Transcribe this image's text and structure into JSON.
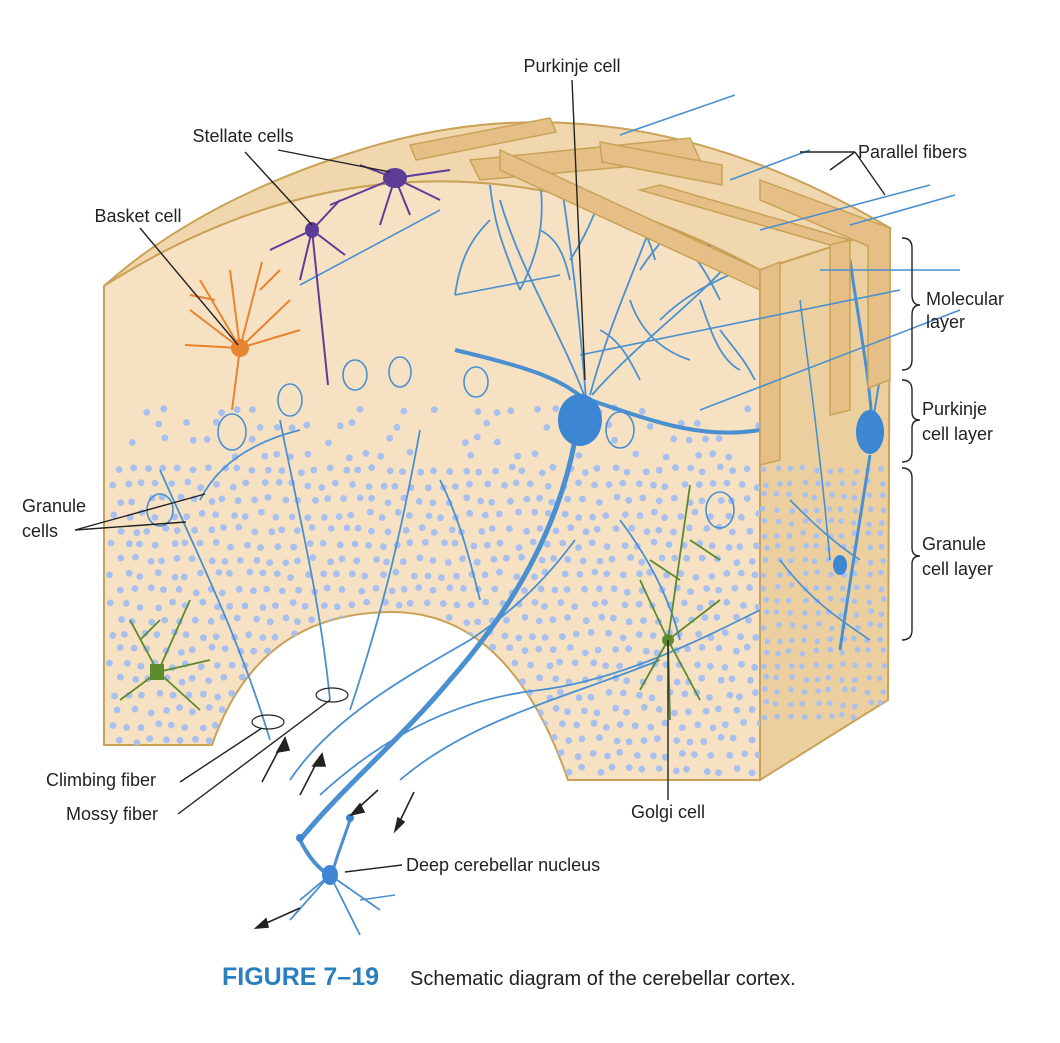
{
  "figure": {
    "number": "FIGURE 7–19",
    "caption": "Schematic diagram of the cerebellar cortex."
  },
  "labels": {
    "purkinje_cell": "Purkinje cell",
    "stellate_cells": "Stellate cells",
    "parallel_fibers": "Parallel fibers",
    "basket_cell": "Basket cell",
    "molecular_layer": [
      "Molecular",
      "layer"
    ],
    "purkinje_cell_layer": [
      "Purkinje",
      "cell layer"
    ],
    "granule_cell_layer": [
      "Granule",
      "cell layer"
    ],
    "granule_cells": [
      "Granule",
      "cells"
    ],
    "climbing_fiber": "Climbing fiber",
    "mossy_fiber": "Mossy fiber",
    "golgi_cell": "Golgi cell",
    "deep_cerebellar_nucleus": "Deep cerebellar nucleus"
  },
  "colors": {
    "tissue": "#f6e2c2",
    "tissue_outline": "#c9a257",
    "section_face": "#e5bf86",
    "neuron_blue": "#4a8fd0",
    "granule_dot": "#a9bfee",
    "purkinje_soma": "#3c86d4",
    "basket_cell": "#e8832f",
    "stellate_cell": "#5d3c98",
    "golgi_cell": "#5d8a2c",
    "caption_blue": "#2a7fc1"
  }
}
